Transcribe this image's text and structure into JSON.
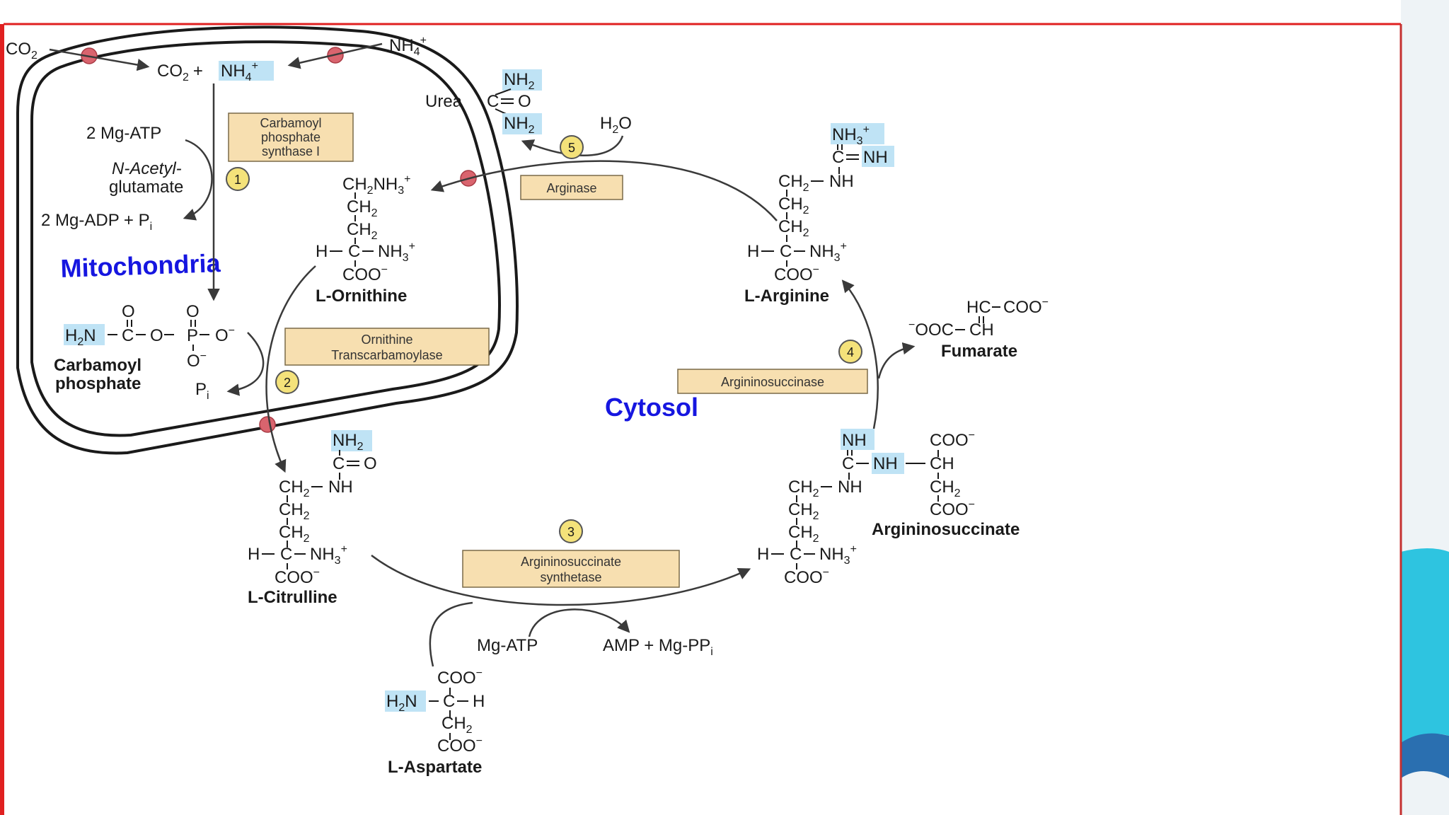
{
  "regions": {
    "mitochondria": "Mitochondria",
    "cytosol": "Cytosol"
  },
  "inputs": {
    "co2": "CO",
    "co2_sub": "2",
    "nh4": "NH",
    "nh4_sub": "4",
    "nh4_sup": "+"
  },
  "step1": {
    "co2": "CO",
    "plus": "+",
    "nh4": "NH",
    "enzyme": [
      "Carbamoyl",
      "phosphate",
      "synthase  I"
    ],
    "atp": "2 Mg-ATP",
    "cofactor": [
      "N-Acetyl-",
      "glutamate"
    ],
    "adp": "2 Mg-ADP + P",
    "number": "1"
  },
  "carbamoyl_phosphate": {
    "label": [
      "Carbamoyl",
      "phosphate"
    ],
    "pi": "P"
  },
  "step2": {
    "enzyme": [
      "Ornithine",
      "Transcarbamoylase"
    ],
    "number": "2"
  },
  "step3": {
    "enzyme": [
      "Argininosuccinate",
      "synthetase"
    ],
    "number": "3",
    "atp": "Mg-ATP",
    "amp": "AMP + Mg-PP"
  },
  "step4": {
    "enzyme": "Argininosuccinase",
    "number": "4"
  },
  "step5": {
    "enzyme": "Arginase",
    "number": "5",
    "water": "H",
    "water_o": "O"
  },
  "molecules": {
    "urea": "Urea",
    "ornithine": "L-Ornithine",
    "citrulline": "L-Citrulline",
    "aspartate": "L-Aspartate",
    "argininosuccinate": "Argininosuccinate",
    "arginine": "L-Arginine",
    "fumarate": "Fumarate"
  },
  "colors": {
    "region_label": "#1616e0",
    "highlight": "#bfe3f5",
    "enzyme_box": "#f7dfb0",
    "step_circle": "#f4e27a",
    "slide_border": "#e02020"
  }
}
